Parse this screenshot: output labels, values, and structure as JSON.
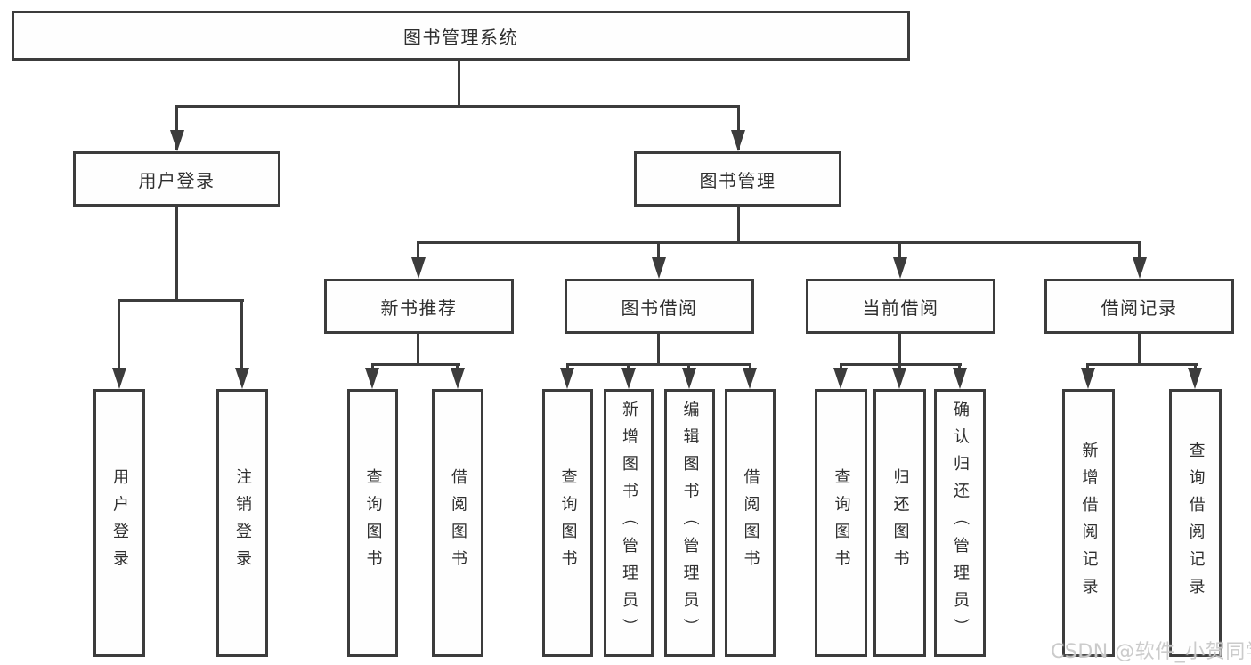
{
  "diagram": {
    "title": "图书管理系统",
    "nodes": {
      "root": "图书管理系统",
      "user_login": "用户登录",
      "book_mgmt": "图书管理",
      "new_book_rec": "新书推荐",
      "book_borrow": "图书借阅",
      "current_borrow": "当前借阅",
      "borrow_record": "借阅记录",
      "ul_login": "用户登录",
      "ul_logout": "注销登录",
      "nb_query": "查询图书",
      "nb_borrow": "借阅图书",
      "bb_query": "查询图书",
      "bb_add": "新增图书（管理员）",
      "bb_edit": "编辑图书（管理员）",
      "bb_borrow": "借阅图书",
      "cb_query": "查询图书",
      "cb_return": "归还图书",
      "cb_confirm": "确认归还（管理员）",
      "br_add": "新增借阅记录",
      "br_query": "查询借阅记录"
    }
  },
  "watermark": "CSDN @软件_小贺同学",
  "colors": {
    "line": "#3c3c3c",
    "text": "#2f2f2f",
    "box_background": "#fefefe",
    "page_background": "#ffffff",
    "watermark": "#c8c8c8"
  }
}
